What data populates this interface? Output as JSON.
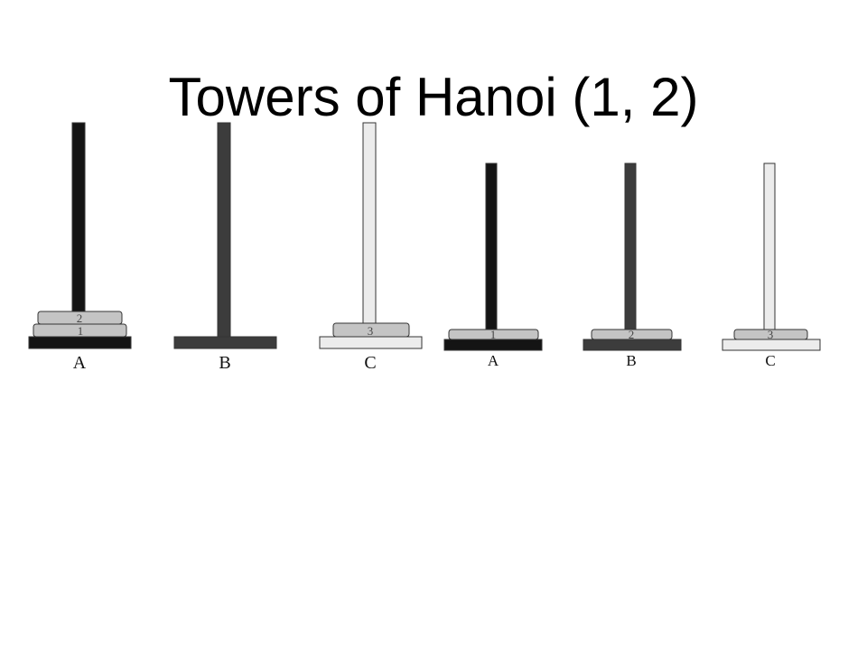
{
  "title": "Towers of Hanoi (1, 2)",
  "colors": {
    "peg_a": "#141414",
    "peg_b": "#3c3c3c",
    "peg_c": "#ececec",
    "disk": "#c4c4c4",
    "outline": "#333333"
  },
  "states": [
    {
      "pegs": [
        {
          "label": "A",
          "disks": [
            "1",
            "2"
          ]
        },
        {
          "label": "B",
          "disks": []
        },
        {
          "label": "C",
          "disks": [
            "3"
          ]
        }
      ]
    },
    {
      "pegs": [
        {
          "label": "A",
          "disks": [
            "1"
          ]
        },
        {
          "label": "B",
          "disks": [
            "2"
          ]
        },
        {
          "label": "C",
          "disks": [
            "3"
          ]
        }
      ]
    }
  ]
}
